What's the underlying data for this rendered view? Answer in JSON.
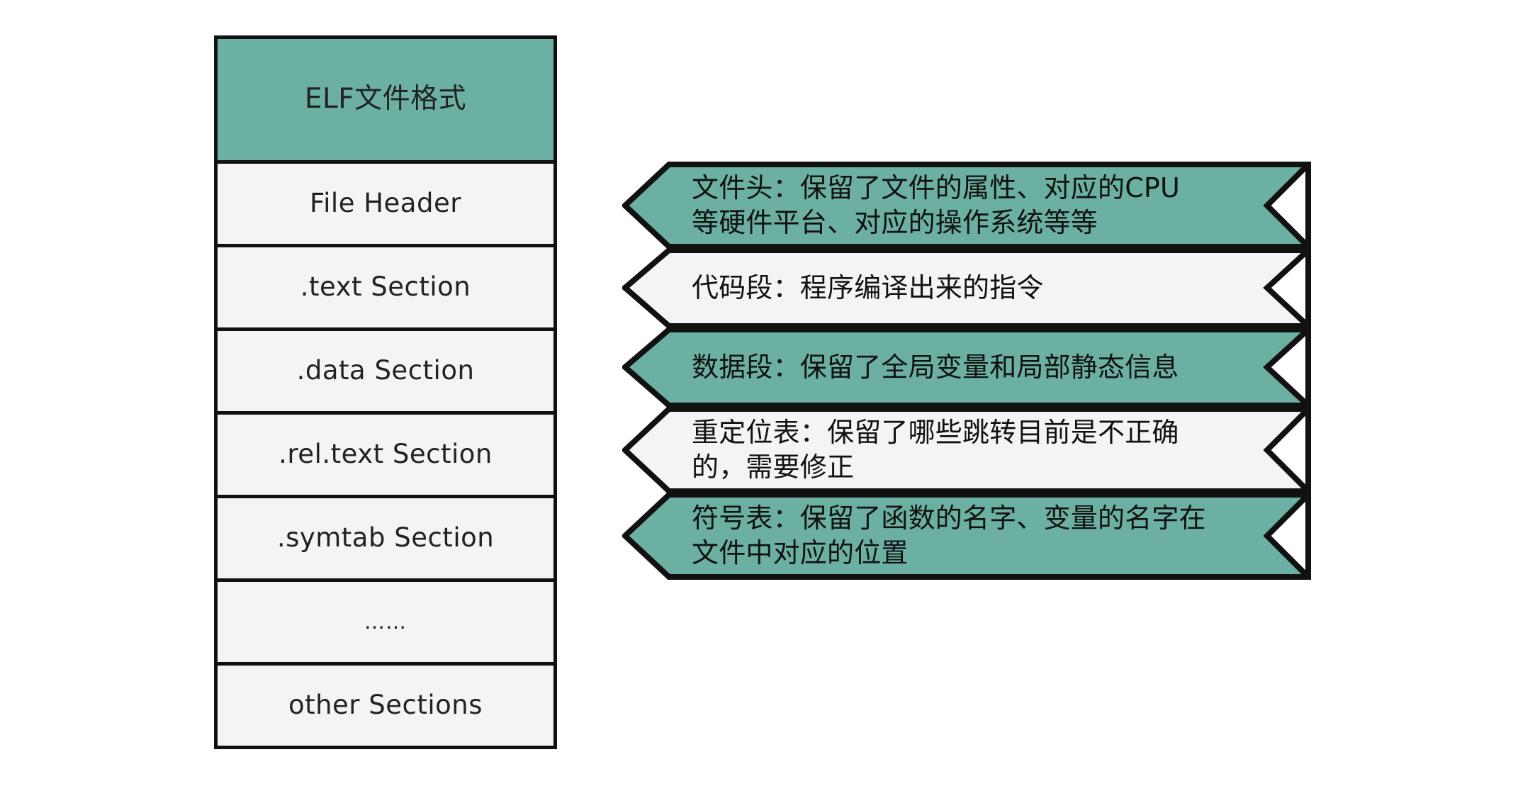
{
  "colors": {
    "accent_teal": "#6bb0a3",
    "panel_gray": "#f4f4f4",
    "outline": "#111111",
    "background": "#ffffff"
  },
  "stack": {
    "title": "ELF文件格式",
    "rows": [
      {
        "label": "File Header",
        "fill": "#f4f4f4"
      },
      {
        "label": ".text Section",
        "fill": "#f4f4f4"
      },
      {
        "label": ".data Section",
        "fill": "#f4f4f4"
      },
      {
        "label": ".rel.text Section",
        "fill": "#f4f4f4"
      },
      {
        "label": ".symtab Section",
        "fill": "#f4f4f4"
      },
      {
        "label": "……",
        "fill": "#f4f4f4"
      },
      {
        "label": "other Sections",
        "fill": "#f4f4f4"
      }
    ]
  },
  "ribbons": [
    {
      "text": "文件头：保留了文件的属性、对应的CPU\n等硬件平台、对应的操作系统等等",
      "fill": "#6bb0a3",
      "lines": 2
    },
    {
      "text": "代码段：程序编译出来的指令",
      "fill": "#f4f4f4",
      "lines": 1
    },
    {
      "text": "数据段：保留了全局变量和局部静态信息",
      "fill": "#6bb0a3",
      "lines": 1
    },
    {
      "text": "重定位表：保留了哪些跳转目前是不正确\n的，需要修正",
      "fill": "#f4f4f4",
      "lines": 2
    },
    {
      "text": "符号表：保留了函数的名字、变量的名字在\n文件中对应的位置",
      "fill": "#6bb0a3",
      "lines": 2
    }
  ]
}
